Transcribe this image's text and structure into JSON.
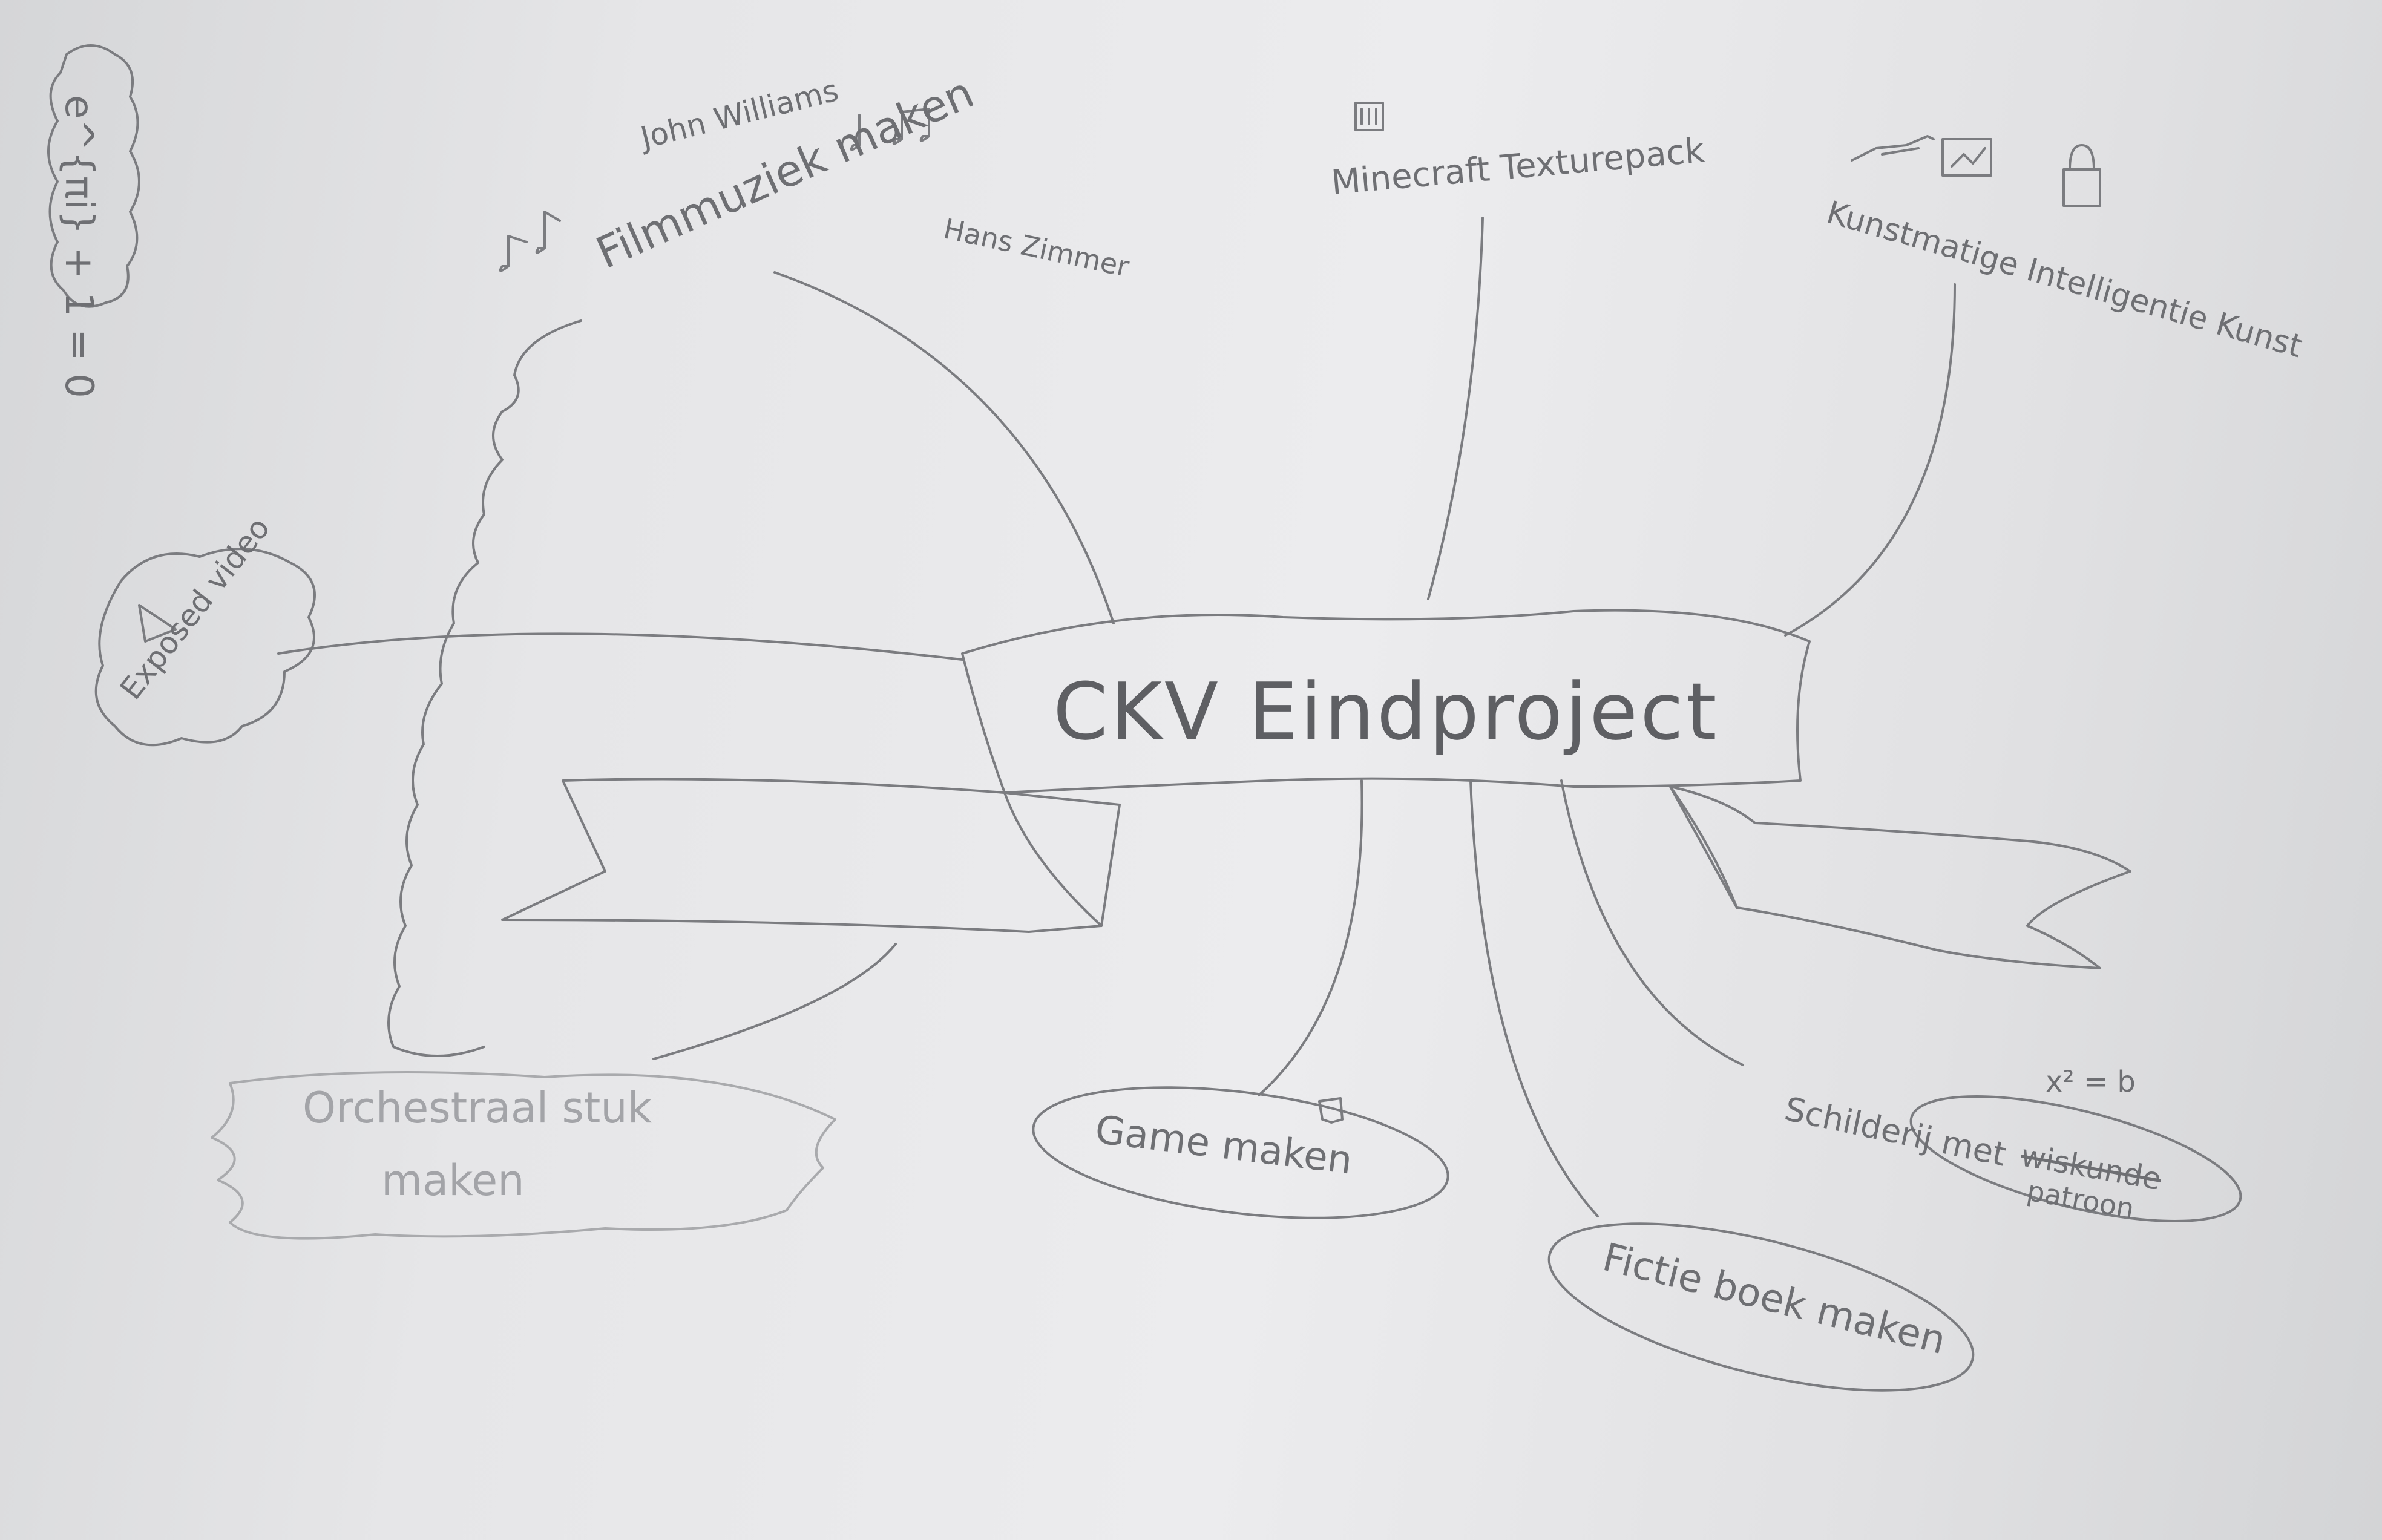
{
  "mindmap": {
    "center": "CKV Eindproject",
    "formula": "e^{πi} + 1 = 0",
    "branches": {
      "filmmuziek": {
        "label": "Filmmuziek maken",
        "sub1": "John Williams",
        "sub2": "Hans Zimmer"
      },
      "minecraft": "Minecraft Texturepack",
      "ai_art": "Kunstmatige Intelligentie Kunst",
      "exposed": "Exposed video",
      "orchestral": {
        "line1": "Orchestraal stuk",
        "line2": "maken"
      },
      "game": "Game maken",
      "fictie": "Fictie boek maken",
      "schilderij": {
        "line1": "Schilderij met",
        "struck": "wiskunde",
        "line2": "patroon",
        "formula": "x² = b"
      }
    },
    "icons": [
      "music-notes-icon",
      "minecraft-block-icon",
      "robot-arm-icon",
      "picture-frame-icon",
      "padlock-icon",
      "play-triangle-icon",
      "game-controller-icon"
    ],
    "colors": {
      "paper": "#e6e6e8",
      "pencil": "#7b7c80",
      "pencil_light": "#a9aaad"
    }
  }
}
